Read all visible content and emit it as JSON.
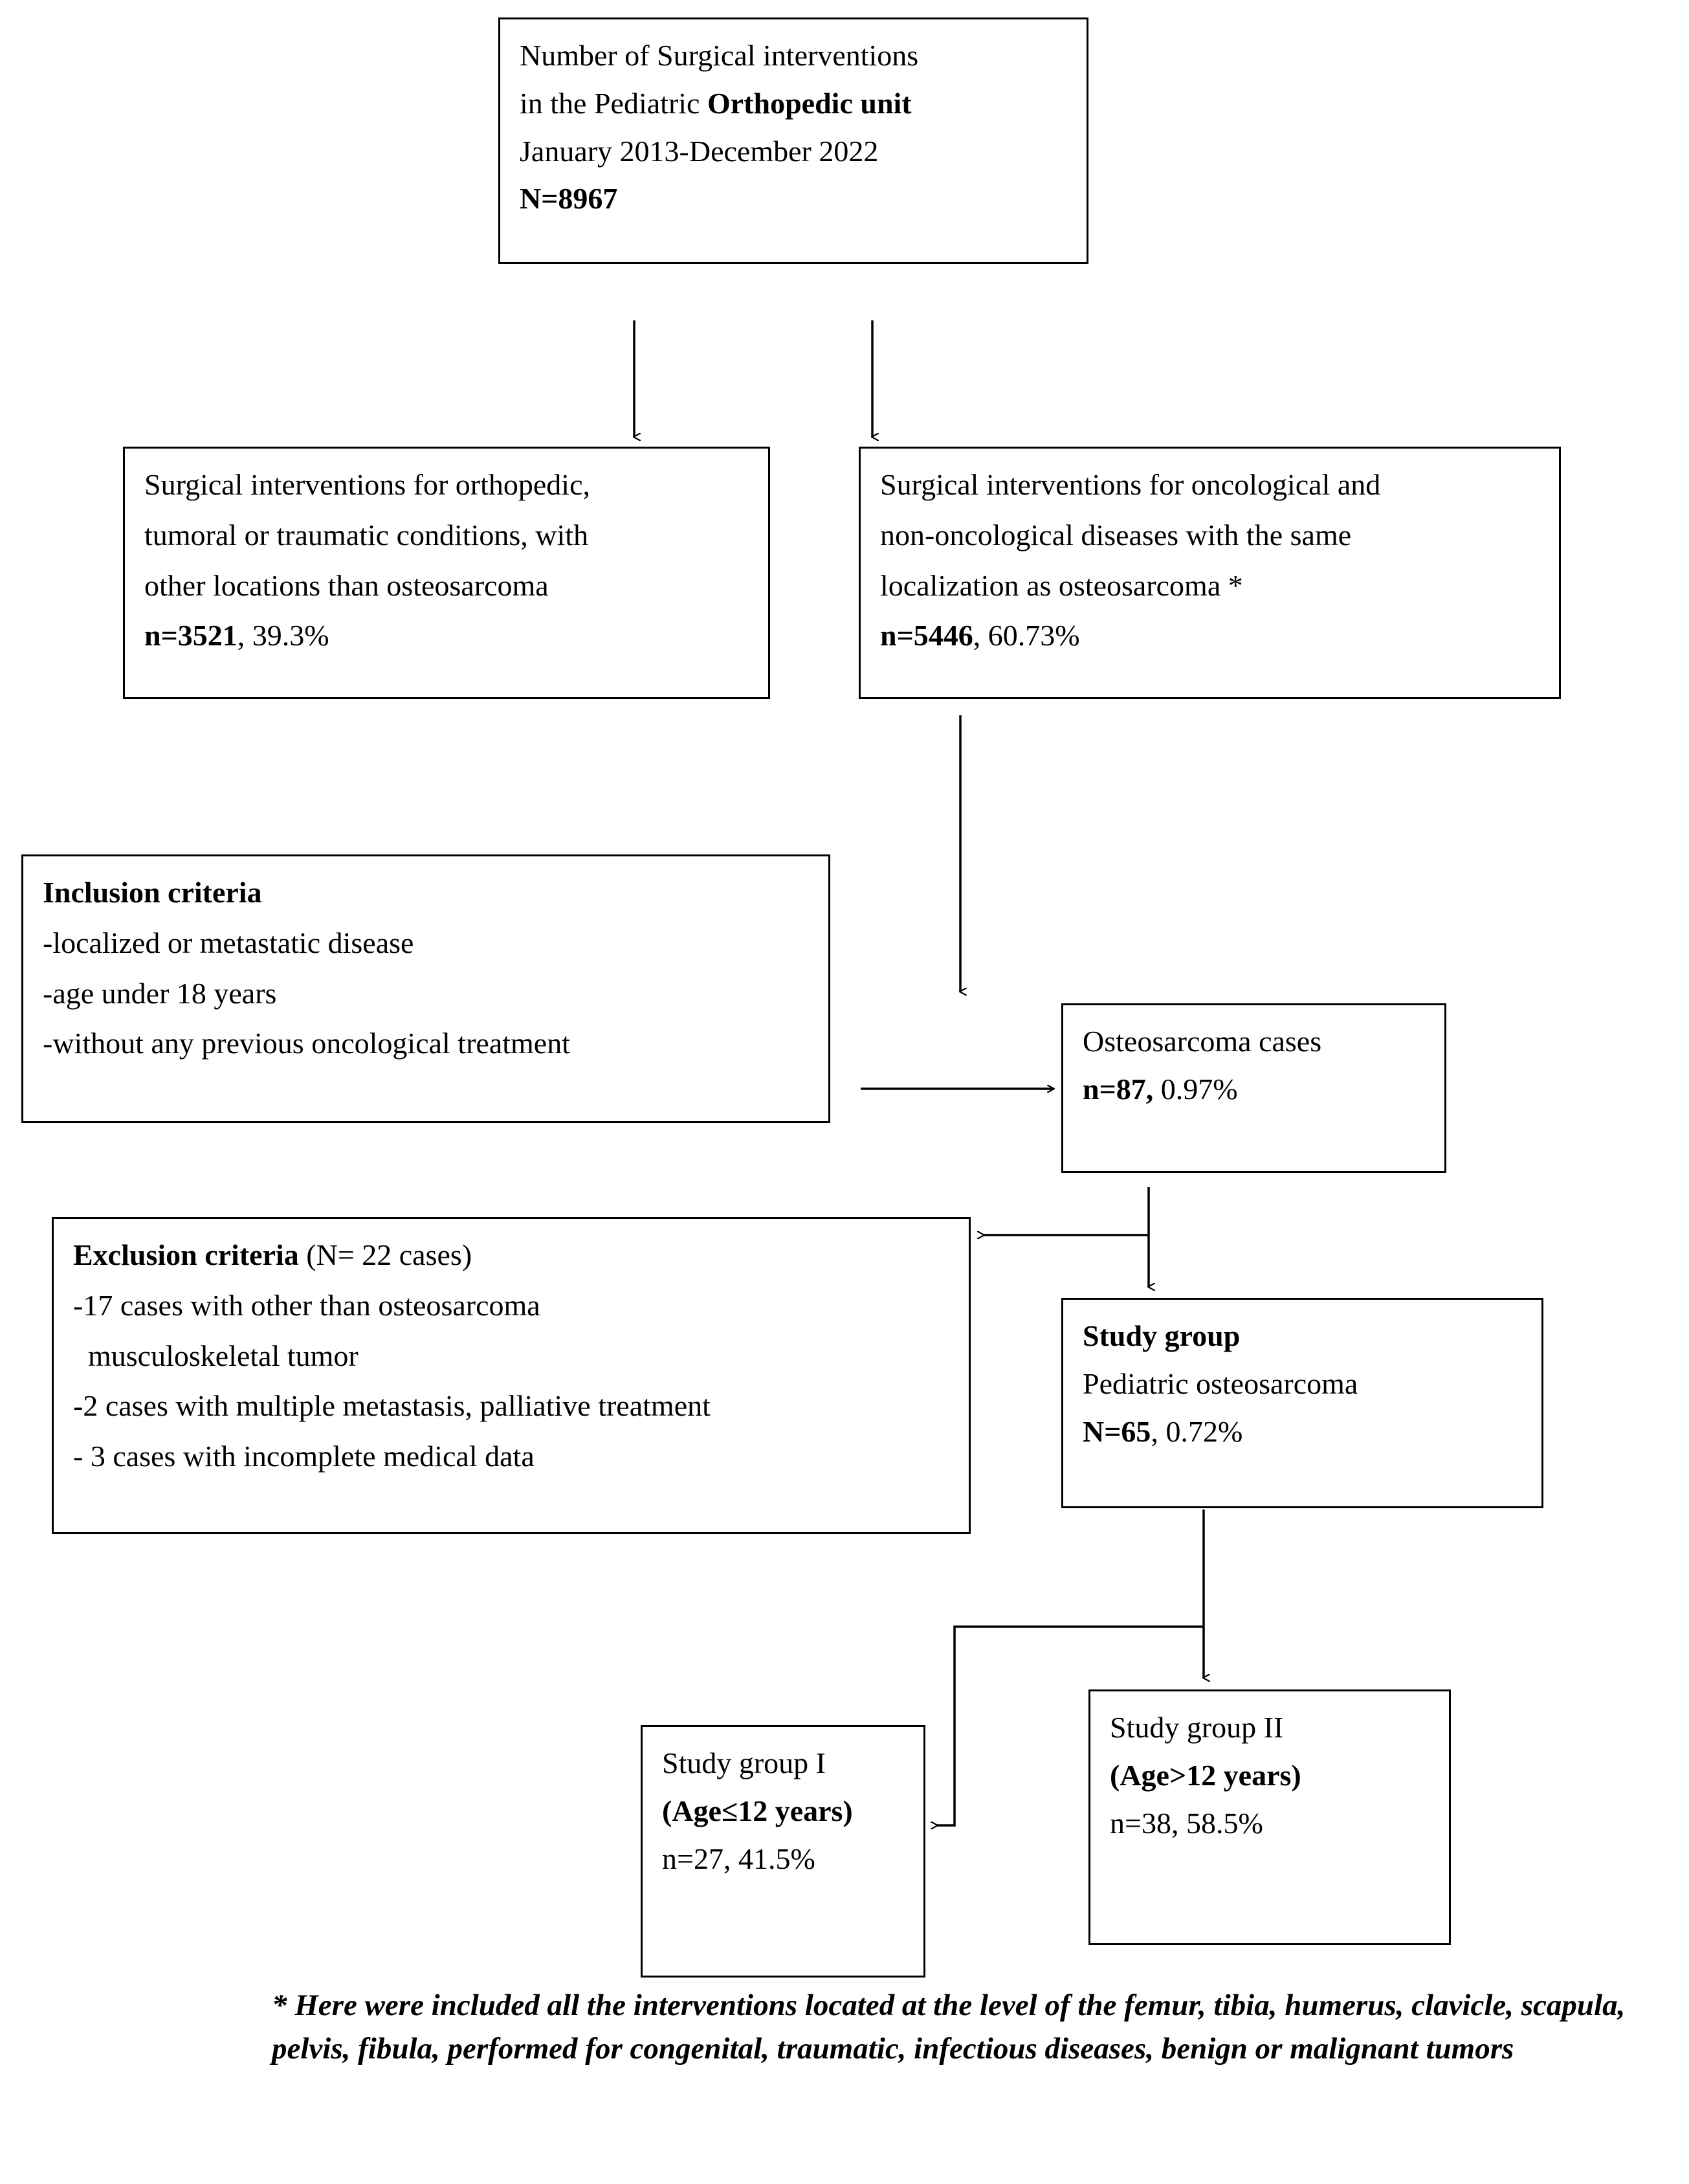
{
  "diagram": {
    "title": "Study flow diagram of pediatric osteosarcoma surgical interventions",
    "boxes": {
      "total": {
        "line1": "Number of Surgical interventions",
        "line2_plain": "in the Pediatric ",
        "line2_bold": "Orthopedic unit",
        "line3": "January 2013-December 2022",
        "line4": "N=8967"
      },
      "other_conditions": {
        "line1": "Surgical interventions for orthopedic,",
        "line2": "tumoral or traumatic conditions, with",
        "line3": "other locations than osteosarcoma",
        "count_bold": "n=3521",
        "count_rest": ", 39.3%"
      },
      "oncological": {
        "line1": "Surgical interventions for oncological and",
        "line2": "non-oncological diseases with the same",
        "line3": "localization as osteosarcoma *",
        "count_bold": "n=5446",
        "count_rest": ", 60.73%"
      },
      "inclusion": {
        "heading": "Inclusion criteria",
        "items": [
          "-localized or metastatic disease",
          "-age under 18 years",
          "-without any previous oncological treatment"
        ]
      },
      "osteosarcoma_cases": {
        "line1": "Osteosarcoma cases",
        "count_bold": "n=87,",
        "count_rest": " 0.97%"
      },
      "exclusion": {
        "heading_bold": "Exclusion criteria",
        "heading_rest": " (N= 22 cases)",
        "items": [
          "-17 cases with other than osteosarcoma",
          "  musculoskeletal tumor",
          "-2 cases with multiple metastasis, palliative treatment",
          "- 3 cases with incomplete medical data"
        ]
      },
      "study_group": {
        "heading": "Study group",
        "line2": "Pediatric osteosarcoma",
        "count_bold": "N=65",
        "count_rest": ", 0.72%"
      },
      "study_group_1": {
        "line1": "Study group I",
        "line2_bold": "(Age≤12 years)",
        "count": "n=27, 41.5%"
      },
      "study_group_2": {
        "line1": "Study group II",
        "line2_bold": "(Age>12 years)",
        "count": "n=38, 58.5%"
      }
    },
    "footnote": "* Here were included all the interventions located at the level of the femur, tibia, humerus, clavicle, scapula, pelvis, fibula, performed for congenital, traumatic, infectious diseases, benign or malignant tumors",
    "colors": {
      "stroke": "#000000",
      "background": "#ffffff",
      "text": "#000000"
    }
  }
}
